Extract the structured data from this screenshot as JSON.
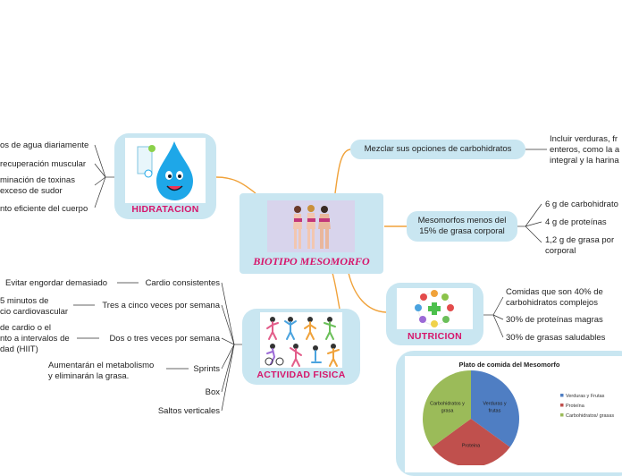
{
  "center": {
    "title": "BIOTIPO MESOMORFO"
  },
  "hidratacion": {
    "title": "HIDRATACION",
    "items": [
      "os de agua diariamente",
      "recuperación muscular",
      "minación de toxinas",
      "exceso de sudor",
      "nto eficiente del cuerpo"
    ]
  },
  "actividad": {
    "title": "ACTIVIDAD FISICA",
    "branches": [
      {
        "label": "Cardio consistentes",
        "detail": [
          "Evitar engordar demasiado"
        ]
      },
      {
        "label": "Tres a cinco veces por semana",
        "detail": [
          "5 minutos de",
          "cio cardiovascular"
        ]
      },
      {
        "label": "Dos o tres veces por semana",
        "detail": [
          "de cardio o el",
          "nto a intervalos de",
          "dad (HIIT)"
        ]
      },
      {
        "label": "Sprints",
        "detail": [
          "Aumentarán el metabolismo",
          "y eliminarán la grasa."
        ]
      },
      {
        "label": "Box",
        "detail": []
      },
      {
        "label": "Saltos verticales",
        "detail": []
      }
    ]
  },
  "carbohidratos": {
    "label": "Mezclar sus opciones de carbohidratos",
    "detail": [
      "Incluir verduras, fr",
      "enteros, como la a",
      "integral y la harina"
    ]
  },
  "grasa": {
    "label": "Mesomorfos menos del 15% de grasa corporal",
    "items": [
      "6 g de carbohidrato",
      "4 g de proteínas",
      "1,2 g de grasa por",
      "corporal"
    ]
  },
  "nutricion": {
    "title": "NUTRICION",
    "items": [
      "Comidas que son 40% de",
      "carbohidratos complejos",
      "30% de proteínas magras",
      "30% de grasas saludables"
    ]
  },
  "chart_data": {
    "type": "pie",
    "title": "Plato de comida del Mesomorfo",
    "slices": [
      {
        "label": "Verduras y frutas",
        "legend": "Verduras y Frutas",
        "value": 35,
        "color": "#4f7ec3"
      },
      {
        "label": "Proteina",
        "legend": "Proteína",
        "value": 30,
        "color": "#c0504d"
      },
      {
        "label": "Carbohidratos y grasa",
        "legend": "Carbohidratos/ grasas",
        "value": 35,
        "color": "#9bbb59"
      }
    ],
    "legend_position": "right"
  }
}
